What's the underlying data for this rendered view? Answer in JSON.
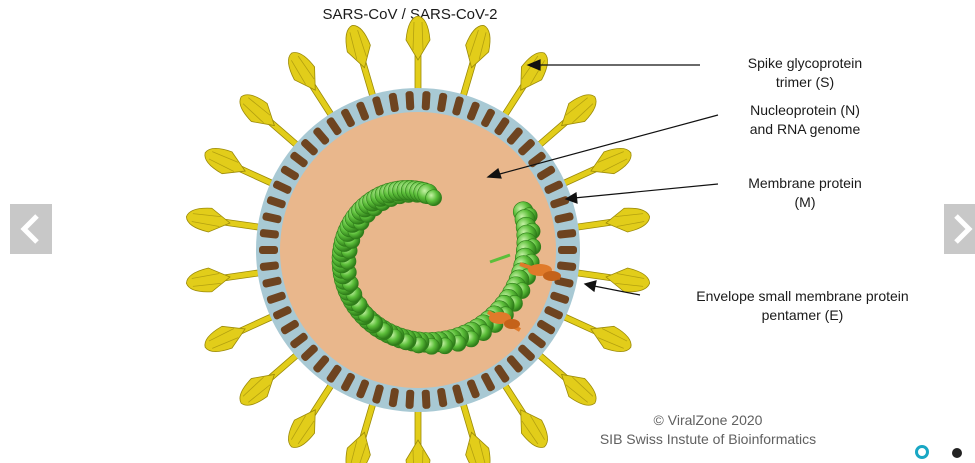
{
  "title": "SARS-CoV / SARS-CoV-2",
  "labels": {
    "spike": [
      "Spike glycoprotein",
      "trimer (S)"
    ],
    "nucleoprotein": [
      "Nucleoprotein (N)",
      "and RNA genome"
    ],
    "membrane": [
      "Membrane protein",
      "(M)"
    ],
    "envelope": [
      "Envelope small membrane protein",
      "pentamer (E)"
    ]
  },
  "credit": [
    "© ViralZone 2020",
    "SIB Swiss Instute of Bioinformatics"
  ],
  "colors": {
    "spike": "#e2cd1a",
    "membrane": "#6e4420",
    "lipid": "#a8c9d4",
    "interior": "#e9b78c",
    "nucleocapsid": "#5cbf3a",
    "envelope": "#e07a2a"
  },
  "nav": {
    "prev_icon": "chevron-left-icon",
    "next_icon": "chevron-right-icon"
  }
}
